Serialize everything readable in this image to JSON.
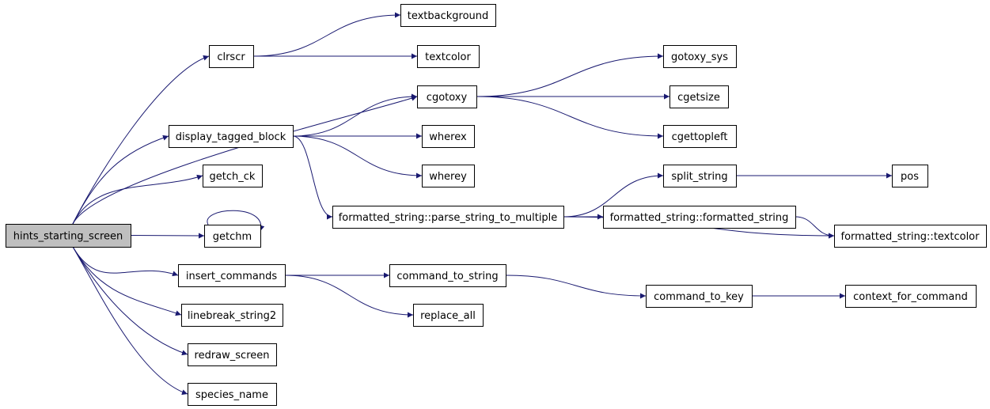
{
  "diagram": {
    "type": "call-graph",
    "edge_color": "#191970",
    "root_fill": "#bfbfbf",
    "nodes": [
      {
        "id": "hints_starting_screen",
        "label": "hints_starting_screen",
        "root": true
      },
      {
        "id": "clrscr",
        "label": "clrscr"
      },
      {
        "id": "textbackground",
        "label": "textbackground"
      },
      {
        "id": "textcolor",
        "label": "textcolor"
      },
      {
        "id": "cgotoxy",
        "label": "cgotoxy"
      },
      {
        "id": "gotoxy_sys",
        "label": "gotoxy_sys"
      },
      {
        "id": "cgetsize",
        "label": "cgetsize"
      },
      {
        "id": "cgettopleft",
        "label": "cgettopleft"
      },
      {
        "id": "display_tagged_block",
        "label": "display_tagged_block"
      },
      {
        "id": "wherex",
        "label": "wherex"
      },
      {
        "id": "wherey",
        "label": "wherey"
      },
      {
        "id": "getch_ck",
        "label": "getch_ck"
      },
      {
        "id": "split_string",
        "label": "split_string"
      },
      {
        "id": "pos",
        "label": "pos"
      },
      {
        "id": "parse_string_to_multiple",
        "label": "formatted_string::parse_string_to_multiple"
      },
      {
        "id": "fs_formatted_string",
        "label": "formatted_string::formatted_string"
      },
      {
        "id": "fs_textcolor",
        "label": "formatted_string::textcolor"
      },
      {
        "id": "getchm",
        "label": "getchm"
      },
      {
        "id": "insert_commands",
        "label": "insert_commands"
      },
      {
        "id": "command_to_string",
        "label": "command_to_string"
      },
      {
        "id": "command_to_key",
        "label": "command_to_key"
      },
      {
        "id": "context_for_command",
        "label": "context_for_command"
      },
      {
        "id": "replace_all",
        "label": "replace_all"
      },
      {
        "id": "linebreak_string2",
        "label": "linebreak_string2"
      },
      {
        "id": "redraw_screen",
        "label": "redraw_screen"
      },
      {
        "id": "species_name",
        "label": "species_name"
      }
    ],
    "edges": [
      {
        "from": "hints_starting_screen",
        "to": "clrscr"
      },
      {
        "from": "hints_starting_screen",
        "to": "cgotoxy"
      },
      {
        "from": "hints_starting_screen",
        "to": "display_tagged_block"
      },
      {
        "from": "hints_starting_screen",
        "to": "getch_ck"
      },
      {
        "from": "hints_starting_screen",
        "to": "getchm"
      },
      {
        "from": "hints_starting_screen",
        "to": "insert_commands"
      },
      {
        "from": "hints_starting_screen",
        "to": "linebreak_string2"
      },
      {
        "from": "hints_starting_screen",
        "to": "redraw_screen"
      },
      {
        "from": "hints_starting_screen",
        "to": "species_name"
      },
      {
        "from": "clrscr",
        "to": "textbackground"
      },
      {
        "from": "clrscr",
        "to": "textcolor"
      },
      {
        "from": "cgotoxy",
        "to": "gotoxy_sys"
      },
      {
        "from": "cgotoxy",
        "to": "cgetsize"
      },
      {
        "from": "cgotoxy",
        "to": "cgettopleft"
      },
      {
        "from": "display_tagged_block",
        "to": "cgotoxy"
      },
      {
        "from": "display_tagged_block",
        "to": "wherex"
      },
      {
        "from": "display_tagged_block",
        "to": "wherey"
      },
      {
        "from": "display_tagged_block",
        "to": "parse_string_to_multiple"
      },
      {
        "from": "parse_string_to_multiple",
        "to": "split_string"
      },
      {
        "from": "parse_string_to_multiple",
        "to": "fs_formatted_string"
      },
      {
        "from": "parse_string_to_multiple",
        "to": "fs_textcolor"
      },
      {
        "from": "fs_formatted_string",
        "to": "fs_textcolor"
      },
      {
        "from": "split_string",
        "to": "pos"
      },
      {
        "from": "getchm",
        "to": "getchm"
      },
      {
        "from": "insert_commands",
        "to": "command_to_string"
      },
      {
        "from": "insert_commands",
        "to": "replace_all"
      },
      {
        "from": "command_to_string",
        "to": "command_to_key"
      },
      {
        "from": "command_to_key",
        "to": "context_for_command"
      }
    ]
  }
}
